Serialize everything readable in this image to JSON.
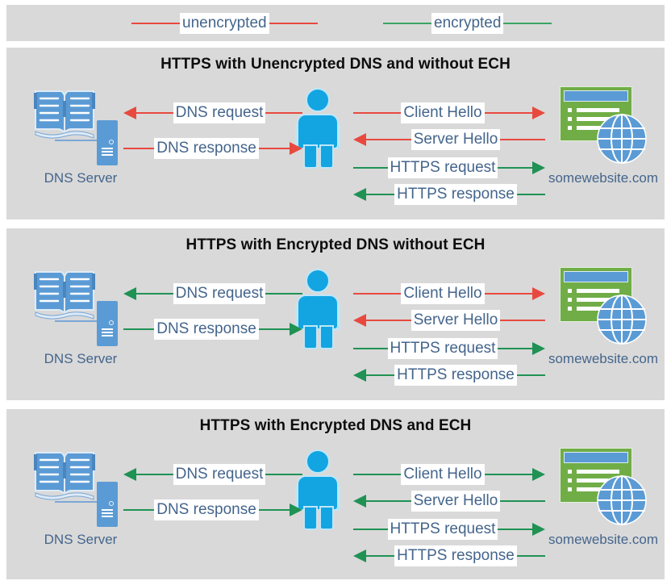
{
  "legend": {
    "items": [
      {
        "label": "unencrypted",
        "color": "#e8493f",
        "name": "legend-unencrypted"
      },
      {
        "label": "encrypted",
        "color": "#3aa663",
        "name": "legend-encrypted"
      }
    ]
  },
  "common": {
    "dns_server_label": "DNS Server",
    "website_label": "somewebsite.com",
    "flow_labels": {
      "dns_request": "DNS request",
      "dns_response": "DNS response",
      "client_hello": "Client Hello",
      "server_hello": "Server Hello",
      "https_request": "HTTPS request",
      "https_response": "HTTPS response"
    }
  },
  "colors": {
    "panel_background": "#d9d9d9",
    "page_background": "#ffffff",
    "unencrypted": "#e8493f",
    "encrypted": "#1f9254",
    "label_text": "#44658c",
    "title_text": "#0d0d0d",
    "person": "#12a5e2",
    "server_blue": "#5b9bd5",
    "browser_green": "#70ad47"
  },
  "panels": [
    {
      "id": "panel-1",
      "title": "HTTPS with Unencrypted DNS and without ECH",
      "flows": {
        "dns_request": {
          "direction": "left",
          "encrypted": false
        },
        "dns_response": {
          "direction": "right",
          "encrypted": false
        },
        "client_hello": {
          "direction": "right",
          "encrypted": false
        },
        "server_hello": {
          "direction": "left",
          "encrypted": false
        },
        "https_request": {
          "direction": "right",
          "encrypted": true
        },
        "https_response": {
          "direction": "left",
          "encrypted": true
        }
      }
    },
    {
      "id": "panel-2",
      "title": "HTTPS with Encrypted DNS without ECH",
      "flows": {
        "dns_request": {
          "direction": "left",
          "encrypted": true
        },
        "dns_response": {
          "direction": "right",
          "encrypted": true
        },
        "client_hello": {
          "direction": "right",
          "encrypted": false
        },
        "server_hello": {
          "direction": "left",
          "encrypted": false
        },
        "https_request": {
          "direction": "right",
          "encrypted": true
        },
        "https_response": {
          "direction": "left",
          "encrypted": true
        }
      }
    },
    {
      "id": "panel-3",
      "title": "HTTPS with Encrypted DNS and ECH",
      "flows": {
        "dns_request": {
          "direction": "left",
          "encrypted": true
        },
        "dns_response": {
          "direction": "right",
          "encrypted": true
        },
        "client_hello": {
          "direction": "right",
          "encrypted": true
        },
        "server_hello": {
          "direction": "left",
          "encrypted": true
        },
        "https_request": {
          "direction": "right",
          "encrypted": true
        },
        "https_response": {
          "direction": "left",
          "encrypted": true
        }
      }
    }
  ]
}
